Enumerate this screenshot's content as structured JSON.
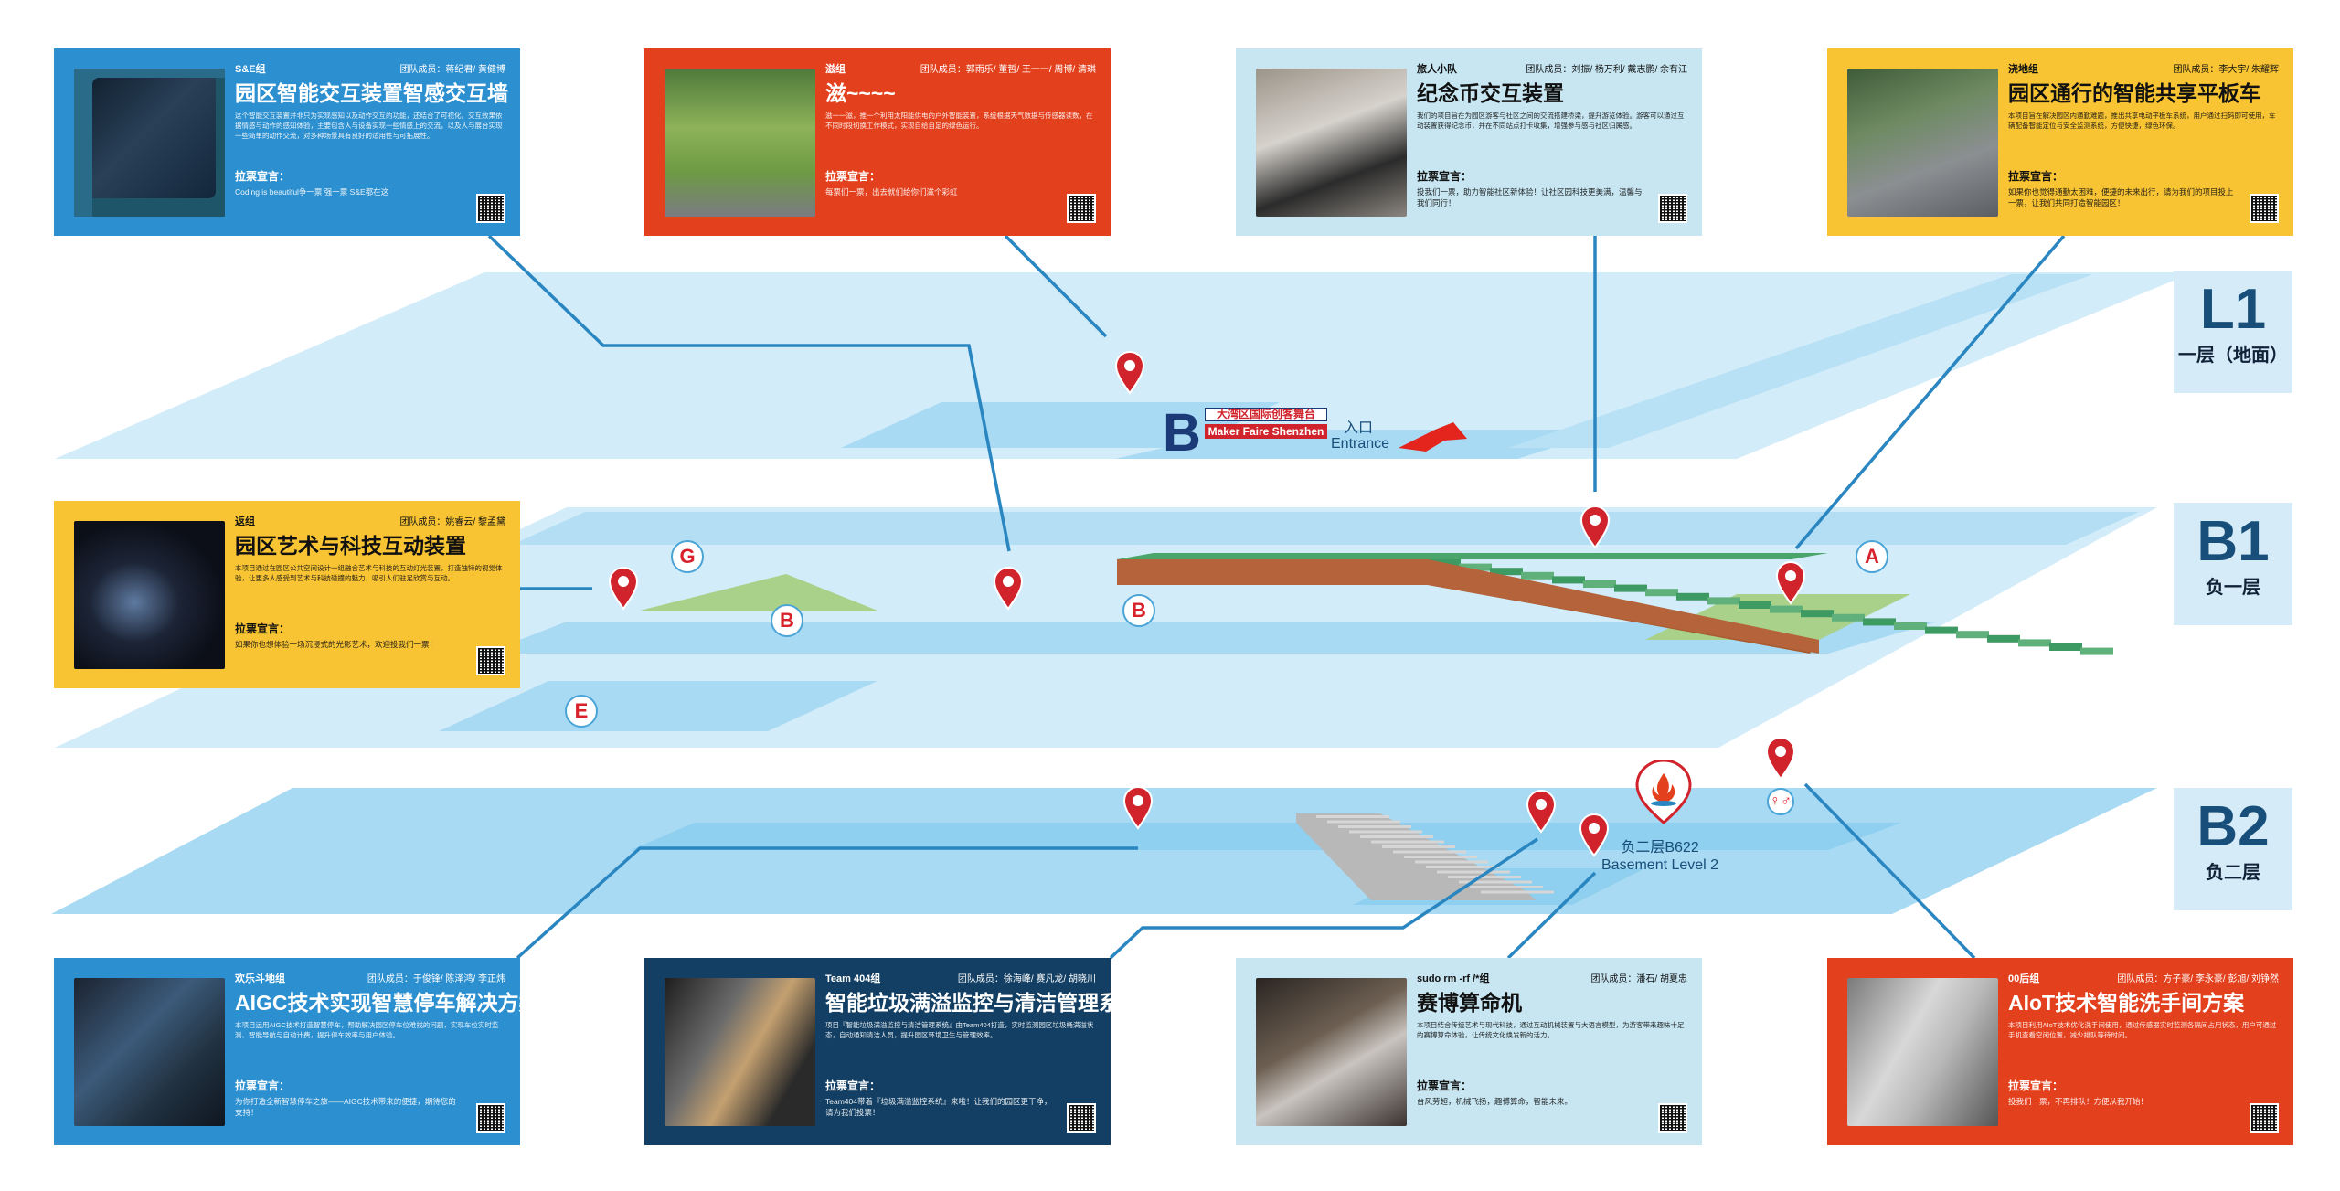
{
  "cards": [
    {
      "id": "se",
      "team": "S&E组",
      "members": "团队成员：蒋纪君/ 黄健博",
      "title": "园区智能交互装置智感交互墙",
      "desc": "这个智能交互装置并非只为实现感知以及动作交互的功能，还结合了可视化。交互效果依据情感与动作的感知体验，主要包含人与设备实现一些情感上的交流，以及人与展台实现一些简单的动作交流，对多种场景具有良好的适用性与可拓展性。",
      "slogan_h": "拉票宣言：",
      "slogan": "Coding is beautiful争一票 强一票 S&E都在这",
      "color": "#2b8fd0"
    },
    {
      "id": "zi",
      "team": "滋组",
      "members": "团队成员：郭雨乐/ 董哲/ 王一一/ 周博/ 清琪",
      "title": "滋~~~~",
      "desc": "滋一一滋，推一个利用太阳能供电的户外智能装置，系统根据天气数据与传感器读数，在不同时段切换工作模式，实现自给自足的绿色运行。",
      "slogan_h": "拉票宣言：",
      "slogan": "每票们一票，出去就们给你们滋个彩虹",
      "color": "#e3401d"
    },
    {
      "id": "lr",
      "team": "旅人小队",
      "members": "团队成员：刘振/ 杨万利/ 戴志鹏/ 余有江",
      "title": "纪念币交互装置",
      "desc": "我们的项目旨在为园区游客与社区之间的交流搭建桥梁，提升游览体验。游客可以通过互动装置获得纪念币，并在不同站点打卡收集，增强参与感与社区归属感。",
      "slogan_h": "拉票宣言：",
      "slogan": "投我们一票，助力智能社区新体验！让社区园科技更美满，温馨与我们同行！",
      "color": "#c7e6f2"
    },
    {
      "id": "jd",
      "team": "浇地组",
      "members": "团队成员：李大宇/ 朱耀辉",
      "title": "园区通行的智能共享平板车",
      "desc": "本项目旨在解决园区内通勤难题，推出共享电动平板车系统，用户通过扫码即可使用，车辆配备智能定位与安全监测系统，方便快捷，绿色环保。",
      "slogan_h": "拉票宣言：",
      "slogan": "如果你也觉得通勤太困难，便捷的未来出行，请为我们的项目投上一票，让我们共同打造智能园区！",
      "color": "#f8c433"
    },
    {
      "id": "fz",
      "team": "返组",
      "members": "团队成员：姚睿云/ 黎孟黛",
      "title": "园区艺术与科技互动装置",
      "desc": "本项目通过在园区公共空间设计一组融合艺术与科技的互动灯光装置，打造独特的视觉体验，让更多人感受到艺术与科技碰撞的魅力，吸引人们驻足欣赏与互动。",
      "slogan_h": "拉票宣言：",
      "slogan": "如果你也想体验一场沉浸式的光影艺术，欢迎投我们一票！",
      "color": "#f8c433"
    },
    {
      "id": "hl",
      "team": "欢乐斗地组",
      "members": "团队成员：于俊锋/ 陈泽鸿/ 李正炜",
      "title": "AIGC技术实现智慧停车解决方案",
      "desc": "本项目运用AIGC技术打造智慧停车，帮助解决园区停车位难找的问题，实现车位实时监测、智能导航与自动计费，提升停车效率与用户体验。",
      "slogan_h": "拉票宣言：",
      "slogan": "为你打造全新智慧停车之旅——AIGC技术带来的便捷，期待您的支持！",
      "color": "#2b8fd0"
    },
    {
      "id": "t404",
      "team": "Team 404组",
      "members": "团队成员：徐海峰/ 赛凡龙/ 胡晓川",
      "title": "智能垃圾满溢监控与清洁管理系统",
      "desc": "项目『智能垃圾满溢监控与清洁管理系统』由Team404打造，实时监测园区垃圾桶满溢状态，自动通知清洁人员，提升园区环境卫生与管理效率。",
      "slogan_h": "拉票宣言：",
      "slogan": "Team404带着『垃圾满溢监控系统』来啦！让我们的园区更干净，请为我们投票！",
      "color": "#123f63"
    },
    {
      "id": "sudo",
      "team": "sudo rm -rf /*组",
      "members": "团队成员：潘石/ 胡夏忠",
      "title": "赛博算命机",
      "desc": "本项目结合传统艺术与现代科技，通过互动机械装置与大语言模型，为游客带来趣味十足的赛博算命体验，让传统文化焕发新的活力。",
      "slogan_h": "拉票宣言：",
      "slogan": "台风劳超，机械飞扬，趣博算命，智能未来。",
      "color": "#c7e6f2"
    },
    {
      "id": "oo",
      "team": "00后组",
      "members": "团队成员：方子豪/ 李永豪/ 彭旭/ 刘铮然",
      "title": "AIoT技术智能洗手间方案",
      "desc": "本项目利用AIoT技术优化洗手间使用，通过传感器实时监测各隔间占用状态，用户可通过手机查看空闲位置，减少排队等待时间。",
      "slogan_h": "拉票宣言：",
      "slogan": "投我们一票，不再排队！方便从我开始！",
      "color": "#e3401d"
    }
  ],
  "floors": [
    {
      "id": "L1",
      "label": "L1",
      "sub": "一层（地面）"
    },
    {
      "id": "B1",
      "label": "B1",
      "sub": "负一层"
    },
    {
      "id": "B2",
      "label": "B2",
      "sub": "负二层"
    }
  ],
  "zones": [
    "G",
    "B",
    "B",
    "A",
    "E"
  ],
  "maker": {
    "b": "B",
    "cn": "大湾区国际创客舞台",
    "en": "Maker Faire Shenzhen"
  },
  "entrance": {
    "cn": "入口",
    "en": "Entrance"
  },
  "b2": {
    "cn": "负二层B622",
    "en": "Basement Level 2"
  },
  "wc_icon": "restroom-icon",
  "colors": {
    "floor": "#a9daf3",
    "floor_dark": "#7ec4ec",
    "line": "#2a86c0",
    "pin": "#d0232b",
    "stairs": "#a85a2e"
  }
}
